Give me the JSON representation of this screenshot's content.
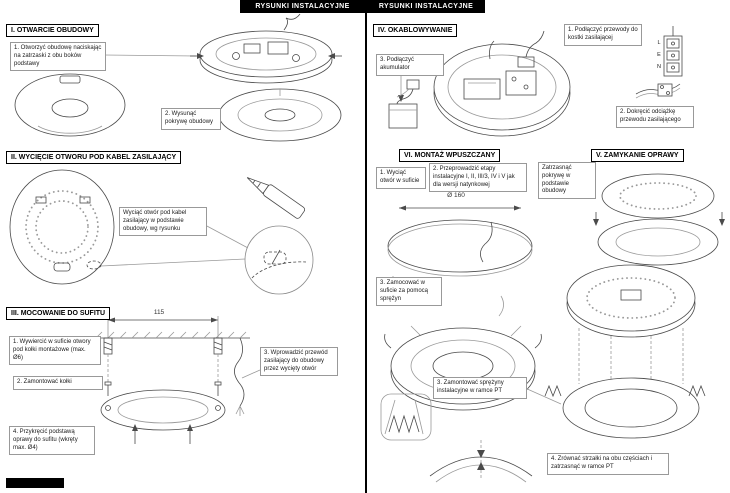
{
  "headers": {
    "left": "RYSUNKI INSTALACYJNE",
    "right": "RYSUNKI INSTALACYJNE"
  },
  "s1": {
    "title": "I. OTWARCIE OBUDOWY",
    "step1": "1. Otworzyć obudowę naciskając na zatrzaski z obu boków podstawy",
    "step2": "2. Wysunąć pokrywę obudowy"
  },
  "s2": {
    "title": "II. WYCIĘCIE OTWORU POD KABEL ZASILAJĄCY",
    "note": "Wyciąć otwór pod kabel zasilający w podstawie obudowy, wg rysunku"
  },
  "s3": {
    "title": "III. MOCOWANIE DO SUFITU",
    "dim": "115",
    "step1": "1. Wywiercić w suficie otwory pod kołki montażowe (max. Ø6)",
    "step2": "2. Zamontować kołki",
    "step3": "3. Wprowadzić przewód zasilający do obudowy przez wycięty otwór",
    "step4": "4. Przykręcić podstawą oprawy do sufitu (wkręty max. Ø4)"
  },
  "s4": {
    "title": "IV. OKABLOWYWANIE",
    "step1": "1. Podłączyć przewody do kostki zasilającej",
    "step2": "2. Dokręcić odciążkę przewodu zasilającego",
    "step3": "3. Podłączyć akumulator",
    "terminals": [
      "L",
      "E",
      "N"
    ]
  },
  "s5": {
    "title": "V. ZAMYKANIE OPRAWY",
    "note": "Zatrzasnąć pokrywę w podstawie obudowy",
    "step3": "3. Zamontować sprężyny instalacyjne w ramce PT",
    "step4": "4. Zrównać strzałki na obu częściach i zatrzasnąć w ramce PT"
  },
  "s6": {
    "title": "VI. MONTAŻ WPUSZCZANY",
    "step1": "1. Wyciąć otwór w suficie",
    "step2": "2. Przeprowadzić etapy instalacyjne I, II, III/3, IV i V jak dla wersji natynkowej",
    "dim": "Ø 160",
    "step3": "3. Zamocować w suficie za pomocą sprężyn"
  }
}
